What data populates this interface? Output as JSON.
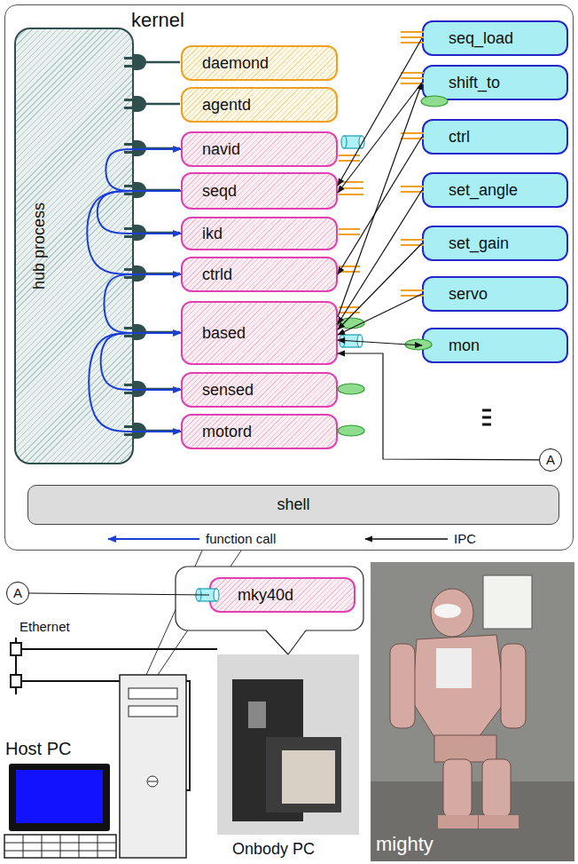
{
  "diagram": {
    "nodes": [
      {
        "text": [
          "kernel"
        ]
      },
      {
        "text": [
          "hub process"
        ],
        "in": 0
      },
      {
        "text": [
          "daemond"
        ],
        "in": 0
      },
      {
        "text": [
          "agentd"
        ],
        "in": 0
      },
      {
        "text": [
          "navid"
        ],
        "in": 0
      },
      {
        "text": [
          "seqd"
        ],
        "in": 0
      },
      {
        "text": [
          "ikd"
        ],
        "in": 0
      },
      {
        "text": [
          "ctrld"
        ],
        "in": 0
      },
      {
        "text": [
          "based"
        ],
        "in": 0
      },
      {
        "text": [
          "sensed"
        ],
        "in": 0
      },
      {
        "text": [
          "motord"
        ],
        "in": 0
      },
      {
        "text": [
          "seq_load"
        ],
        "in": 0
      },
      {
        "text": [
          "shift_to"
        ],
        "in": 0
      },
      {
        "text": [
          "ctrl"
        ],
        "in": 0
      },
      {
        "text": [
          "set_angle"
        ],
        "in": 0
      },
      {
        "text": [
          "set_gain"
        ],
        "in": 0
      },
      {
        "text": [
          "servo"
        ],
        "in": 0
      },
      {
        "text": [
          "mon"
        ],
        "in": 0
      },
      {
        "text": [
          "A"
        ],
        "in": 0
      },
      {
        "text": [
          "shell"
        ],
        "in": 0
      },
      {
        "text": [
          "A"
        ]
      },
      {
        "text": [
          "mky40d"
        ]
      }
    ],
    "edges": [
      {
        "from": 5,
        "to": 4,
        "arrow": "to"
      },
      {
        "from": 5,
        "to": 6,
        "arrow": "to"
      },
      {
        "from": 5,
        "to": 7,
        "arrow": "to"
      },
      {
        "from": 7,
        "to": 8,
        "arrow": "to"
      },
      {
        "from": 8,
        "to": 9,
        "arrow": "to"
      },
      {
        "from": 8,
        "to": 10,
        "arrow": "to"
      },
      {
        "from": 11,
        "to": 5,
        "arrow": "to"
      },
      {
        "from": 12,
        "to": 5,
        "arrow": "to"
      },
      {
        "from": 8,
        "to": 12,
        "arrow": "to"
      },
      {
        "from": 13,
        "to": 7,
        "arrow": "to"
      },
      {
        "from": 14,
        "to": 8,
        "arrow": "to"
      },
      {
        "from": 15,
        "to": 8,
        "arrow": "to"
      },
      {
        "from": 16,
        "to": 8,
        "arrow": "to"
      },
      {
        "from": 17,
        "to": 8,
        "arrow": "both"
      },
      {
        "from": 18,
        "to": 8,
        "arrow": "to"
      },
      {
        "from": 20,
        "to": 21,
        "arrow": "none"
      }
    ],
    "labels": [
      "Ethernet",
      "Host PC",
      "Onbody PC",
      "mighty"
    ],
    "legend": [
      {
        "text": "function call"
      },
      {
        "text": "IPC"
      }
    ]
  }
}
